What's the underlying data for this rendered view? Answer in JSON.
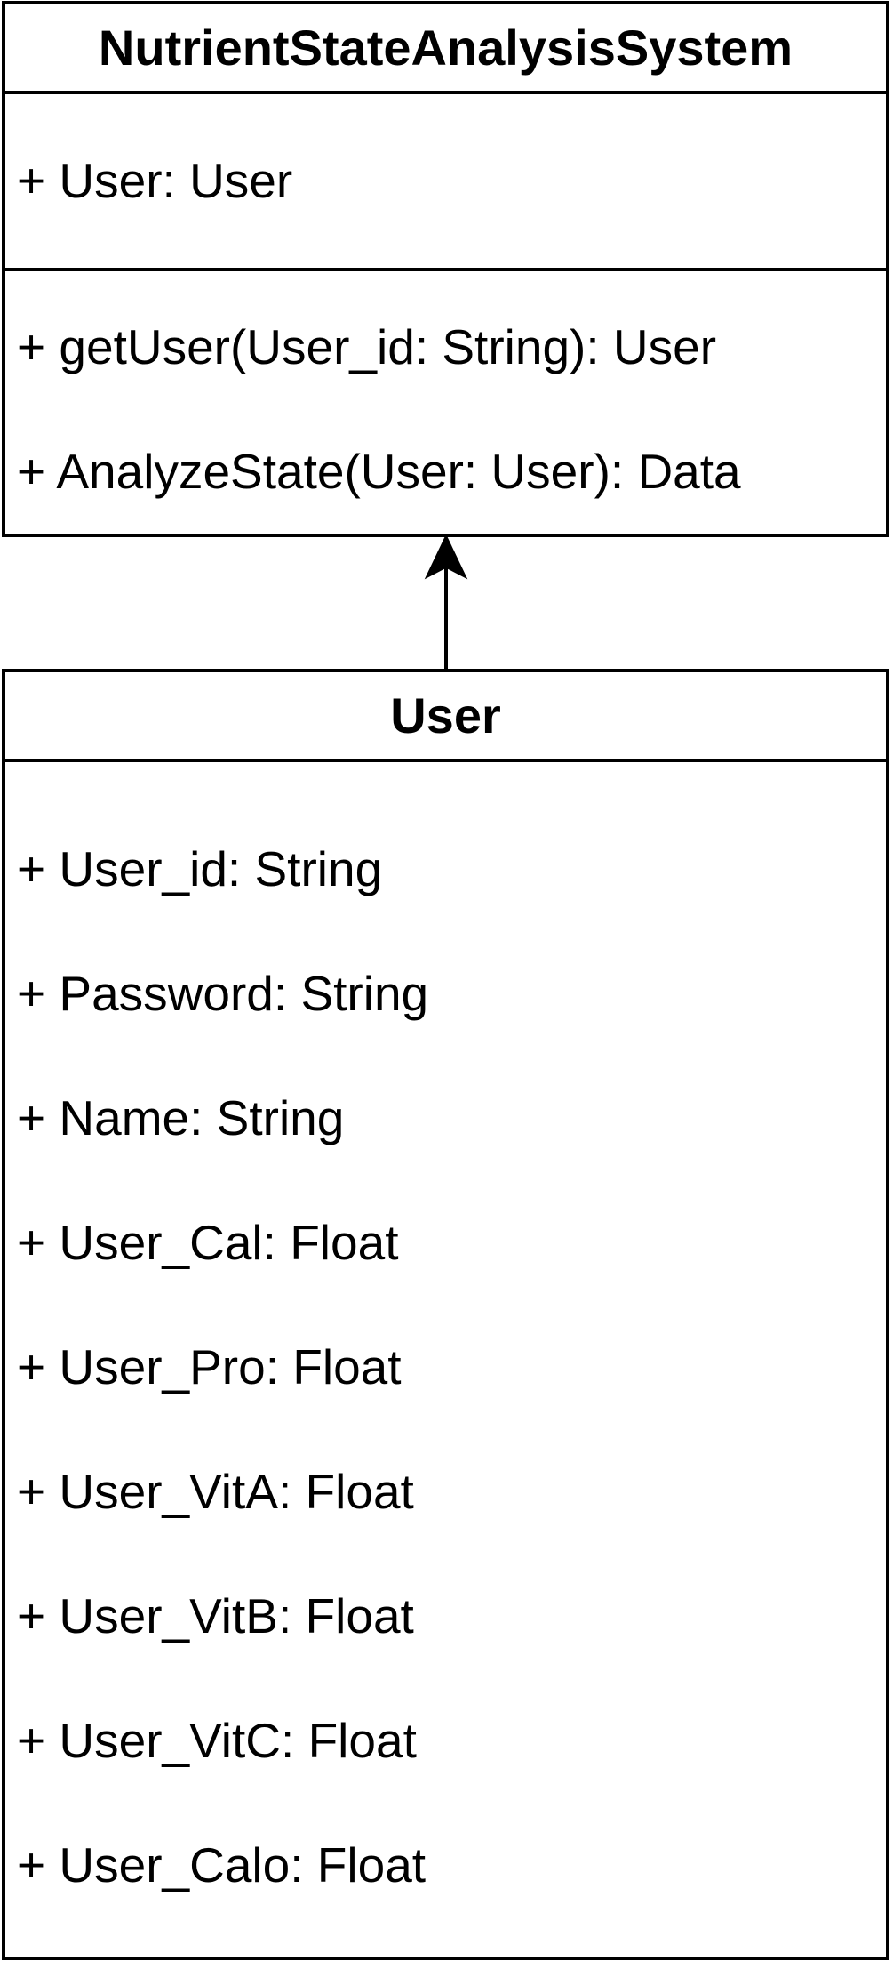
{
  "classes": {
    "nutrient_system": {
      "name": "NutrientStateAnalysisSystem",
      "attributes": [
        "+ User: User"
      ],
      "operations": [
        "+ getUser(User_id: String): User",
        "+ AnalyzeState(User: User): Data"
      ]
    },
    "user": {
      "name": "User",
      "attributes": [
        "+ User_id: String",
        "+ Password: String",
        "+ Name: String",
        "+ User_Cal: Float",
        "+ User_Pro: Float",
        "+ User_VitA: Float",
        "+ User_VitB: Float",
        "+ User_VitC: Float",
        "+ User_Calo: Float"
      ]
    }
  },
  "relationships": [
    {
      "from": "User",
      "to": "NutrientStateAnalysisSystem",
      "type": "association",
      "arrow": "open"
    }
  ]
}
